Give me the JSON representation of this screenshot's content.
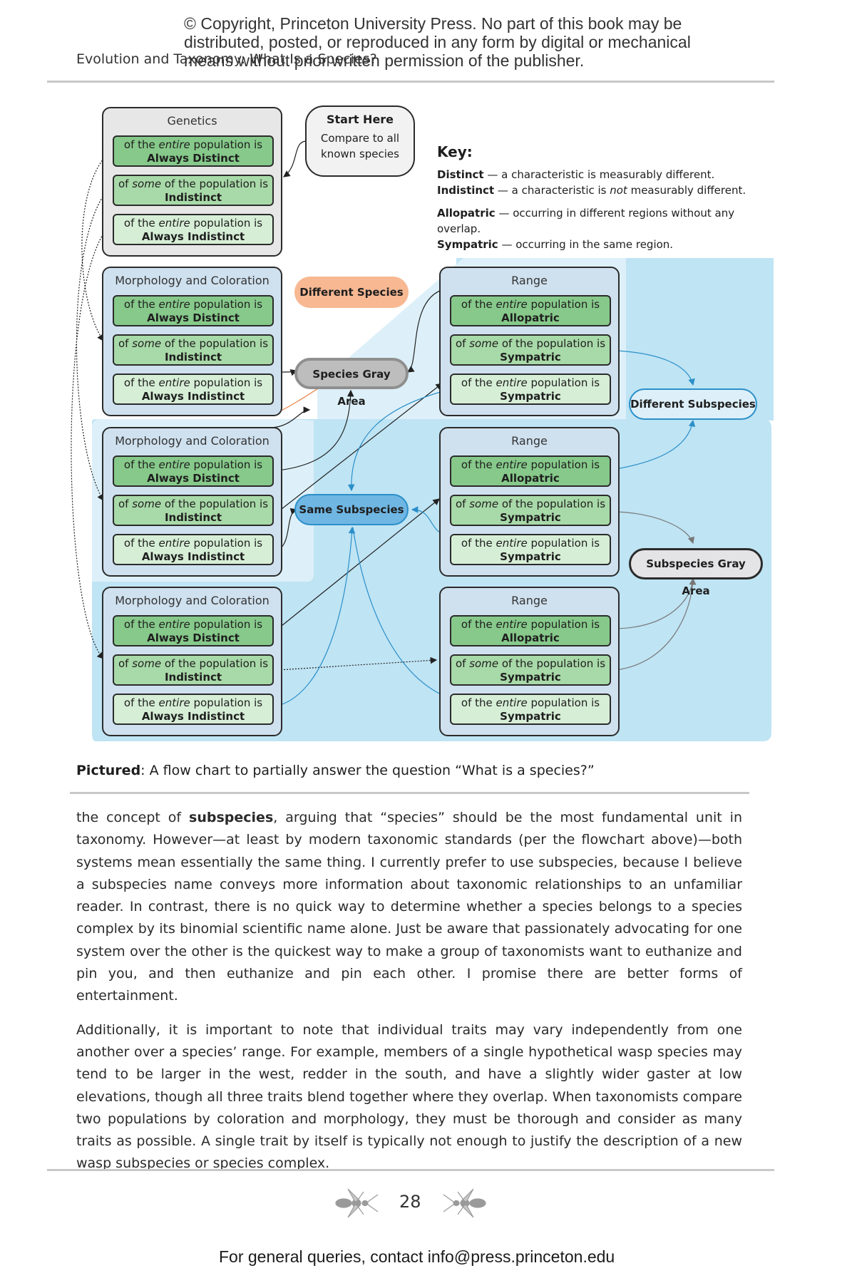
{
  "copyright": {
    "line1": "© Copyright, Princeton University Press. No part of this book may be",
    "line2": "distributed, posted, or reproduced in any form by digital or mechanical",
    "line3": "means without prior written permission of the publisher."
  },
  "running_head": "Evolution and Taxonomy: What Is a Species?",
  "figure": {
    "start_here": {
      "title": "Start Here",
      "line1": "Compare to all",
      "line2": "known species"
    },
    "key": {
      "title": "Key",
      "distinct_term": "Distinct",
      "distinct_def": " — a characteristic is measurably different.",
      "indistinct_term": "Indistinct",
      "indistinct_def_pre": " — a characteristic is ",
      "indistinct_def_em": "not",
      "indistinct_def_post": " measurably different.",
      "allopatric_term": "Allopatric",
      "allopatric_def": " — occurring in different regions without any overlap.",
      "sympatric_term": "Sympatric",
      "sympatric_def": " — occurring in the same region."
    },
    "genetics": {
      "title": "Genetics",
      "rows": [
        {
          "pre": "of the ",
          "em": "entire",
          "post": " population is",
          "bold": "Always Distinct"
        },
        {
          "pre": "of ",
          "em": "some",
          "post": " of the population is",
          "bold": "Indistinct"
        },
        {
          "pre": "of the ",
          "em": "entire",
          "post": " population is",
          "bold": "Always Indistinct"
        }
      ]
    },
    "morphology": {
      "title": "Morphology and Coloration",
      "rows": [
        {
          "pre": "of the ",
          "em": "entire",
          "post": " population is",
          "bold": "Always Distinct"
        },
        {
          "pre": "of ",
          "em": "some",
          "post": " of the population is",
          "bold": "Indistinct"
        },
        {
          "pre": "of the ",
          "em": "entire",
          "post": " population is",
          "bold": "Always Indistinct"
        }
      ]
    },
    "range": {
      "title": "Range",
      "rows": [
        {
          "pre": "of the ",
          "em": "entire",
          "post": " population is",
          "bold": "Allopatric"
        },
        {
          "pre": "of ",
          "em": "some",
          "post": " of the population is",
          "bold": "Sympatric"
        },
        {
          "pre": "of the ",
          "em": "entire",
          "post": " population is",
          "bold": "Sympatric"
        }
      ]
    },
    "outcomes": {
      "different_species": "Different Species",
      "species_gray_area": "Species Gray Area",
      "same_subspecies": "Same Subspecies",
      "different_subspecies": "Different Subspecies",
      "subspecies_gray_area": "Subspecies Gray Area"
    },
    "colors": {
      "light_blue_bg": "#bfe4f4",
      "pale_blue_bg": "#ddf0f9",
      "different_species": "#f7b892",
      "same_subspecies": "#6fb6e3",
      "gray_area": "#bdbdbd"
    }
  },
  "caption": {
    "label": "Pictured",
    "text": ": A flow chart to partially answer the question “What is a species?”"
  },
  "body": {
    "p1_pre": "the concept of ",
    "p1_bold": "subspecies",
    "p1_post": ", arguing that “species” should be the most fundamental unit in taxonomy. However—at least by modern taxonomic standards (per the flowchart above)—both systems mean essentially the same thing. I currently prefer to use subspecies, because I believe a subspecies name conveys more information about taxonomic relationships to an unfamiliar reader. In contrast, there is no quick way to determine whether a species belongs to a species complex by its binomial scientific name alone. Just be aware that passionately advocating for one system over the other is the quickest way to make a group of taxonomists want to euthanize and pin you, and then euthanize and pin each other. I promise there are better forms of entertainment.",
    "p2": "Additionally, it is important to note that individual traits may vary independently from one another over a species’ range. For example, members of a single hypothetical wasp species may tend to be larger in the west, redder in the south, and have a slightly wider gaster at low elevations, though all three traits blend together where they overlap. When taxonomists compare two populations by coloration and morphology, they must be thorough and consider as many traits as possible. A single trait by itself is typically not enough to justify the description of a new wasp subspecies or species complex."
  },
  "page_number": "28",
  "footer": "For general queries, contact info@press.princeton.edu"
}
